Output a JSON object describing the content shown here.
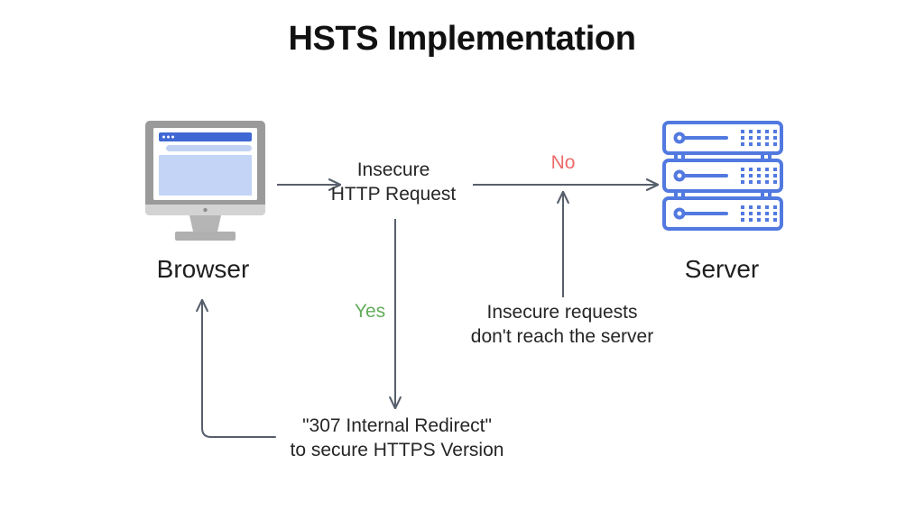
{
  "diagram": {
    "title": "HSTS Implementation",
    "background_color": "#ffffff",
    "nodes": {
      "browser": {
        "label": "Browser",
        "icon": "desktop-monitor-icon",
        "colors": {
          "bezel": "#9a9a9a",
          "screen": "#ffffff",
          "titlebar": "#3f68d4",
          "addressbar": "#c2d2f5",
          "content": "#c3d4f7",
          "stand": "#b5b5b5"
        }
      },
      "server": {
        "label": "Server",
        "icon": "server-rack-icon",
        "colors": {
          "stroke": "#5179e0"
        },
        "units": 3,
        "dot_grid": {
          "cols": 5,
          "rows": 3
        }
      }
    },
    "edges": [
      {
        "name": "browser-to-request",
        "from": "browser",
        "to": "insecure-http-request",
        "direction": "right",
        "color": "#575f6b"
      },
      {
        "name": "request-to-server",
        "from": "insecure-http-request",
        "to": "server",
        "direction": "right",
        "branch_label": "No",
        "branch_label_color": "#ef6a6a",
        "color": "#575f6b"
      },
      {
        "name": "blocked-upward",
        "from": "insecure-requests-note",
        "to": "request-to-server",
        "direction": "up",
        "color": "#575f6b"
      },
      {
        "name": "request-to-redirect",
        "from": "insecure-http-request",
        "to": "internal-redirect",
        "direction": "down",
        "branch_label": "Yes",
        "branch_label_color": "#63ad5a",
        "color": "#575f6b"
      },
      {
        "name": "redirect-back-to-browser",
        "from": "internal-redirect",
        "to": "browser",
        "direction": "left-then-up",
        "color": "#575f6b"
      }
    ],
    "texts": {
      "insecure_http_request": {
        "line1": "Insecure",
        "line2": "HTTP Request"
      },
      "no_branch": "No",
      "yes_branch": "Yes",
      "insecure_requests_note": {
        "line1": "Insecure requests",
        "line2": "don't reach the server"
      },
      "internal_redirect": {
        "line1": "\"307 Internal Redirect\"",
        "line2": "to secure HTTPS Version"
      }
    }
  }
}
